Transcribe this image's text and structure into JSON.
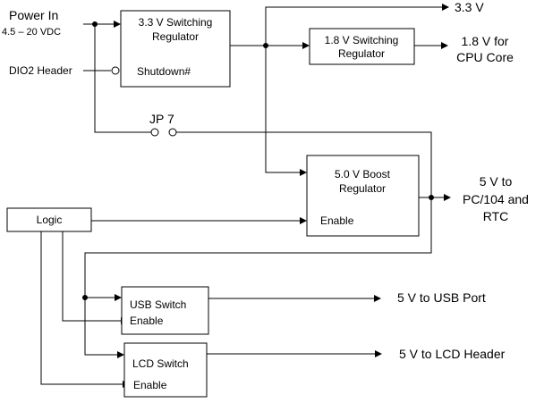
{
  "inputs": {
    "power_in": "Power In",
    "power_range": "4.5 – 20 VDC",
    "dio2_header": "DIO2 Header"
  },
  "blocks": {
    "reg33": {
      "line1": "3.3 V Switching",
      "line2": "Regulator",
      "pin_shutdown": "Shutdown#"
    },
    "reg18": {
      "line1": "1.8 V Switching",
      "line2": "Regulator"
    },
    "boost5": {
      "line1": "5.0 V Boost",
      "line2": "Regulator",
      "pin_enable": "Enable"
    },
    "logic": {
      "label": "Logic"
    },
    "usb_switch": {
      "line1": "USB Switch",
      "line2": "Enable"
    },
    "lcd_switch": {
      "line1": "LCD Switch",
      "line2": "Enable"
    }
  },
  "jumper": {
    "label": "JP 7"
  },
  "outputs": {
    "v33": "3.3 V",
    "v18_line1": "1.8 V for",
    "v18_line2": "CPU Core",
    "v5_line1": "5 V to",
    "v5_line2": "PC/104 and",
    "v5_line3": "RTC",
    "usb_port": "5 V to USB Port",
    "lcd_header": "5 V to LCD Header"
  }
}
